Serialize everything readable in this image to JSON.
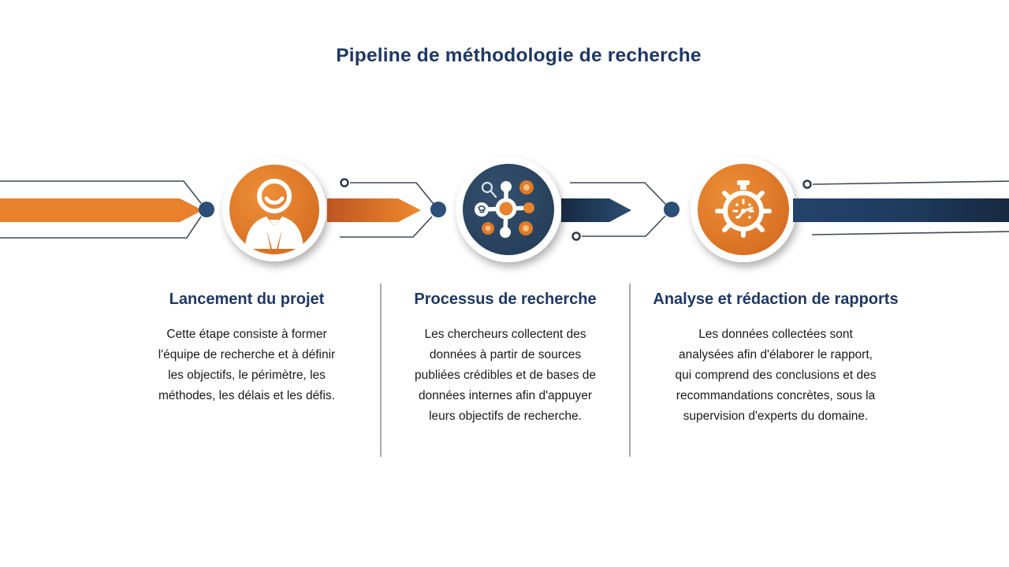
{
  "title": "Pipeline de méthodologie de recherche",
  "colors": {
    "heading_navy": "#1F3864",
    "accent_orange": "#E8802C",
    "navy_bar": "#1F3C60",
    "navy_circle": "#2C4765",
    "connector_line": "#3F4A55",
    "divider_gray": "#ABABAB",
    "body_text": "#1A1A1A"
  },
  "stages": [
    {
      "icon": "businessman-icon",
      "heading": "Lancement du projet",
      "body": "Cette étape consiste à former l'équipe de recherche et à définir les objectifs, le périmètre, les méthodes, les délais et les défis."
    },
    {
      "icon": "research-network-icon",
      "heading": "Processus de recherche",
      "body": "Les chercheurs collectent des données à partir de sources publiées crédibles et de bases de données internes afin d'appuyer leurs objectifs de recherche."
    },
    {
      "icon": "stopwatch-icon",
      "heading": "Analyse et rédaction de rapports",
      "body": "Les données collectées sont analysées afin d'élaborer le rapport, qui comprend des conclusions et des recommandations concrètes, sous la supervision d'experts du domaine."
    }
  ]
}
